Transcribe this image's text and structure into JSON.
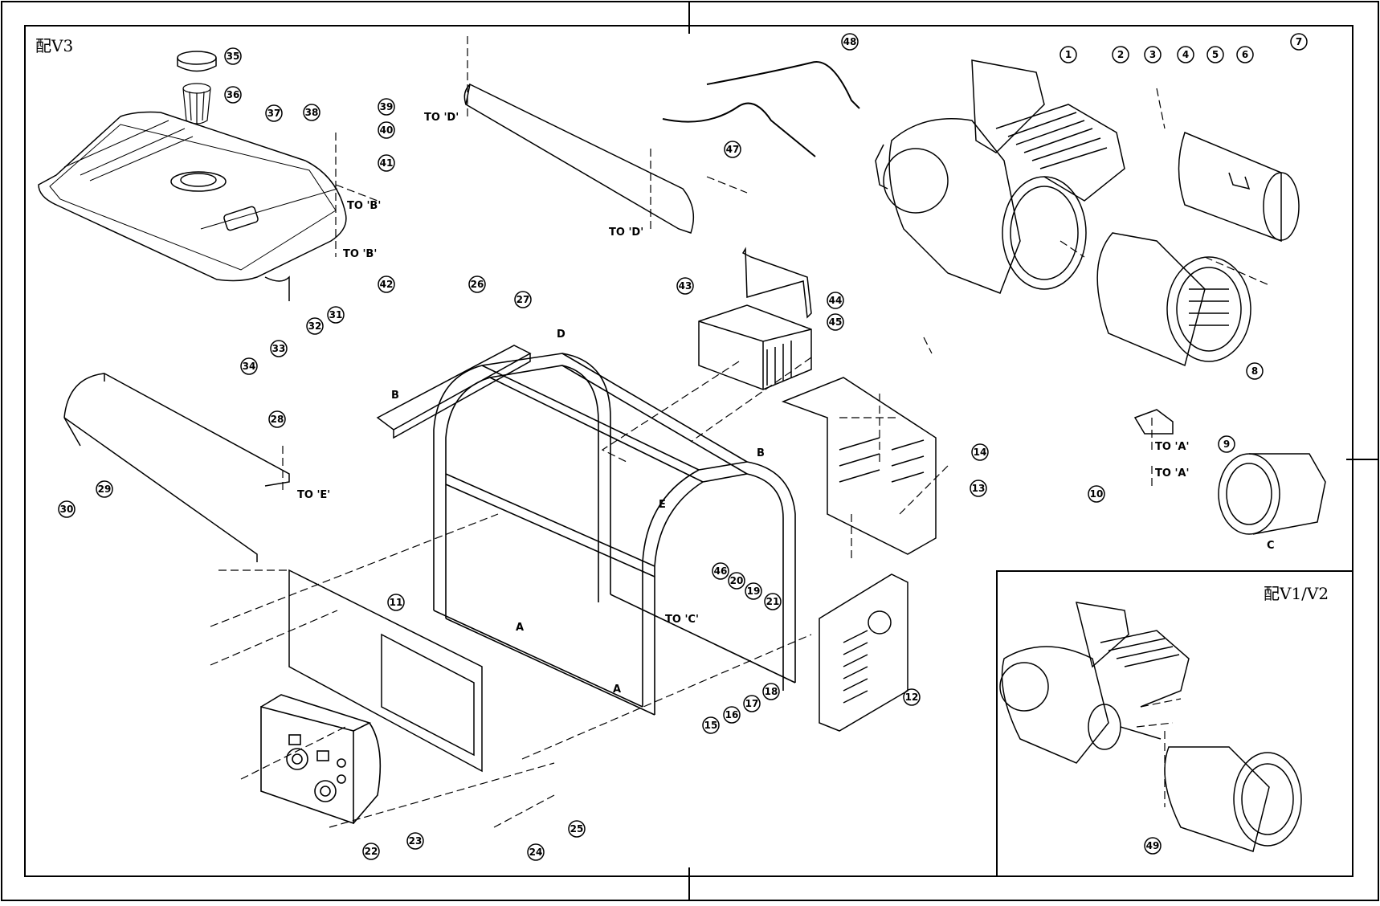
{
  "corner_labels": {
    "top_left": "配V3",
    "inset": "配V1/V2"
  },
  "refs": {
    "b1": "TO 'B'",
    "b2": "TO 'B'",
    "d1": "TO 'D'",
    "d2": "TO 'D'",
    "e": "TO 'E'",
    "c": "TO 'C'",
    "a1": "TO 'A'",
    "a2": "TO 'A'"
  },
  "letters": {
    "B": "B",
    "D": "D",
    "E": "E",
    "A": "A",
    "C": "C"
  },
  "parts": [
    "1",
    "2",
    "3",
    "4",
    "5",
    "6",
    "7",
    "8",
    "9",
    "10",
    "11",
    "12",
    "13",
    "14",
    "15",
    "16",
    "17",
    "18",
    "19",
    "20",
    "21",
    "22",
    "23",
    "24",
    "25",
    "26",
    "27",
    "28",
    "29",
    "30",
    "31",
    "32",
    "33",
    "34",
    "35",
    "36",
    "37",
    "38",
    "39",
    "40",
    "41",
    "42",
    "43",
    "44",
    "45",
    "46",
    "47",
    "48",
    "49"
  ]
}
